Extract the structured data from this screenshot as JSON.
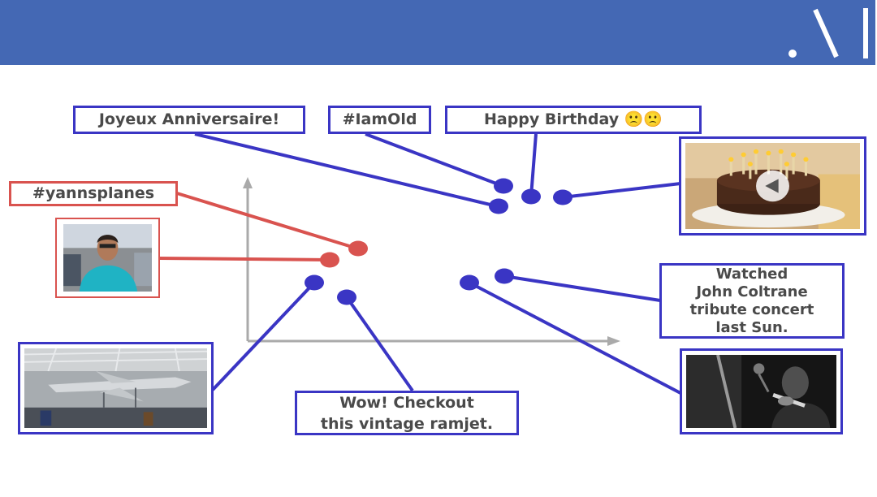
{
  "header": {
    "logo_icon": "slash-bars-logo",
    "brand_color": "#4468b4"
  },
  "colors": {
    "blue_series": "#3a35c4",
    "red_series": "#d9534f",
    "axis": "#aaaaaa",
    "label_text": "#4a4a4a"
  },
  "posts": {
    "joyeux": "Joyeux Anniversaire!",
    "iamold": "#IamOld",
    "happy_birthday": "Happy Birthday 🙁🙁",
    "yannsplanes": "#yannsplanes",
    "coltrane_text": "Watched\nJohn Coltrane\ntribute concert\nlast Sun.",
    "ramjet_text": "Wow! Checkout\nthis vintage ramjet."
  },
  "media": {
    "cake_video": {
      "icon": "play-button-icon",
      "subject": "birthday-cake"
    },
    "person_photo": {
      "subject": "person-portrait"
    },
    "airplane_photo": {
      "subject": "vintage-aircraft-hangar"
    },
    "saxophone_photo": {
      "subject": "jazz-saxophonist"
    }
  }
}
